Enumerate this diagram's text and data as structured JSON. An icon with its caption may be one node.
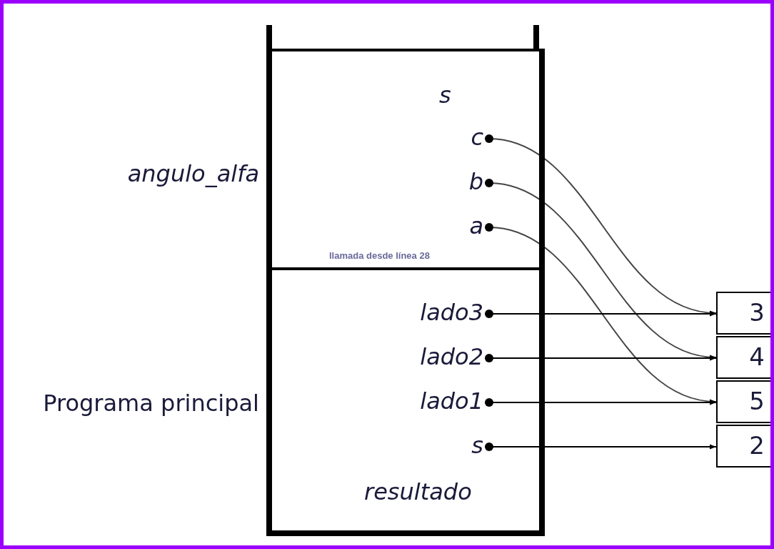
{
  "diagram": {
    "nodes": [
      {
        "text": [
          "angulo_alfa"
        ]
      },
      {
        "text": [
          "c"
        ],
        "in": 0
      },
      {
        "text": [
          "b"
        ],
        "in": 0
      },
      {
        "text": [
          "a"
        ],
        "in": 0
      },
      {
        "text": [
          "Programa principal"
        ]
      },
      {
        "text": [
          "lado3"
        ],
        "in": 4
      },
      {
        "text": [
          "lado2"
        ],
        "in": 4
      },
      {
        "text": [
          "lado1"
        ],
        "in": 4
      },
      {
        "text": [
          "s"
        ],
        "in": 4
      },
      {
        "text": [
          "3"
        ]
      },
      {
        "text": [
          "4"
        ]
      },
      {
        "text": [
          "5"
        ]
      },
      {
        "text": [
          "2"
        ]
      }
    ],
    "edges": [
      {
        "from": 1,
        "to": 9,
        "arrow": "to"
      },
      {
        "from": 2,
        "to": 10,
        "arrow": "to"
      },
      {
        "from": 3,
        "to": 11,
        "arrow": "to"
      },
      {
        "from": 5,
        "to": 9,
        "arrow": "to"
      },
      {
        "from": 6,
        "to": 10,
        "arrow": "to"
      },
      {
        "from": 7,
        "to": 11,
        "arrow": "to"
      },
      {
        "from": 8,
        "to": 12,
        "arrow": "to"
      }
    ],
    "labels": [
      "s",
      "llamada desde línea 28",
      "resultado"
    ]
  }
}
